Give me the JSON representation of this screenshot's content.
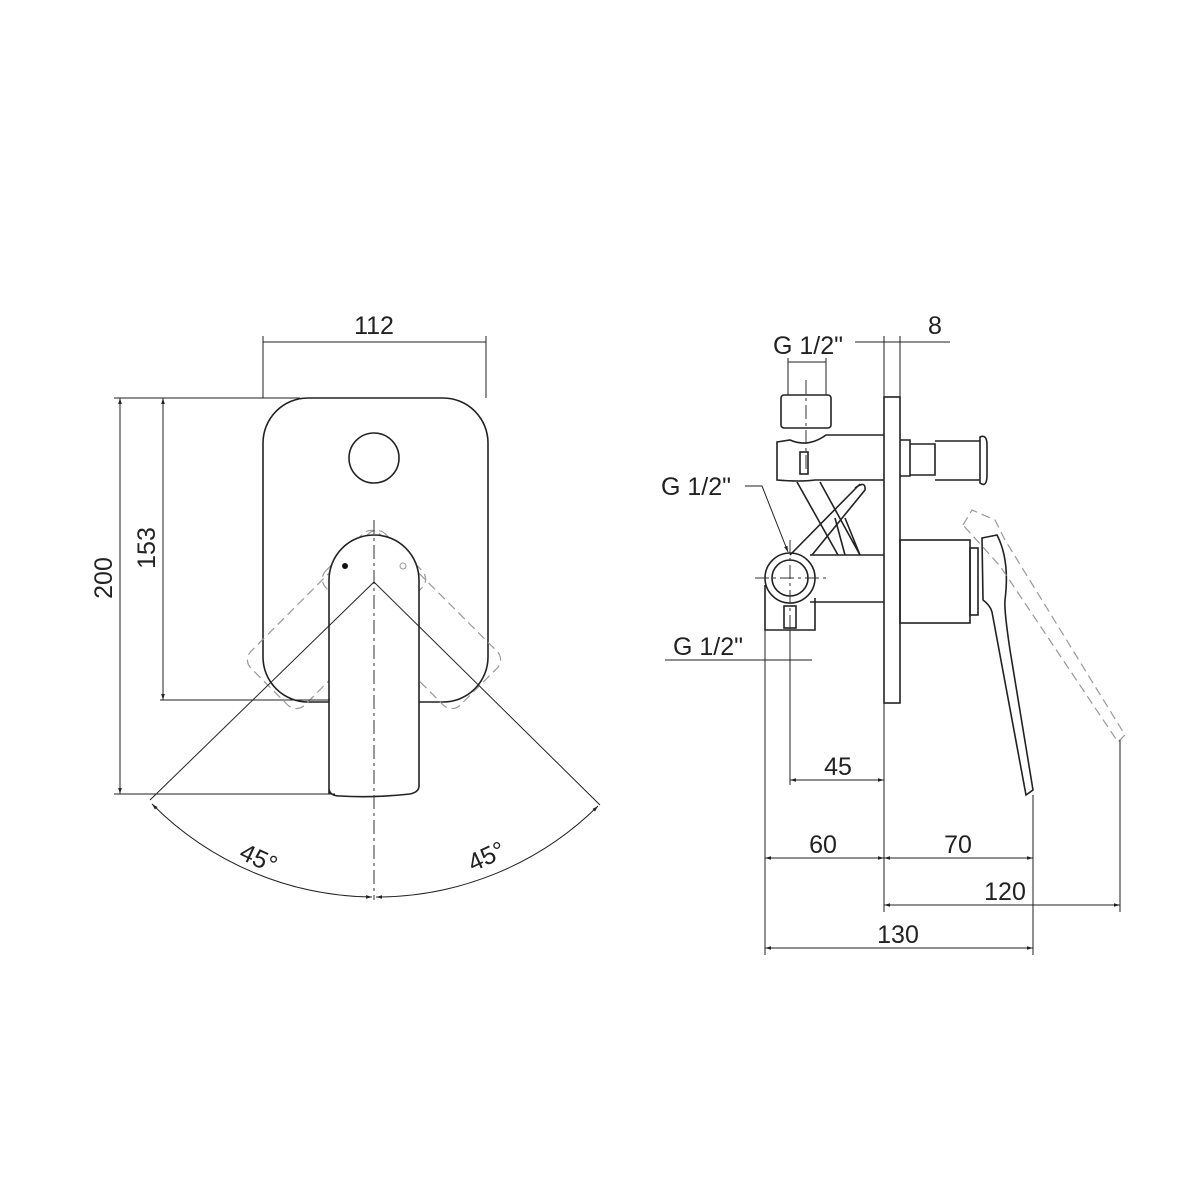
{
  "front_view": {
    "width_label": "112",
    "height_total_label": "200",
    "height_plate_label": "153",
    "angle_left_label": "45°",
    "angle_right_label": "45°"
  },
  "side_view": {
    "plate_thickness_label": "8",
    "thread_top_label": "G 1/2\"",
    "thread_middle_label": "G 1/2\"",
    "thread_bottom_label": "G 1/2\"",
    "dim_45_label": "45",
    "dim_60_label": "60",
    "dim_70_label": "70",
    "dim_120_label": "120",
    "dim_130_label": "130"
  }
}
